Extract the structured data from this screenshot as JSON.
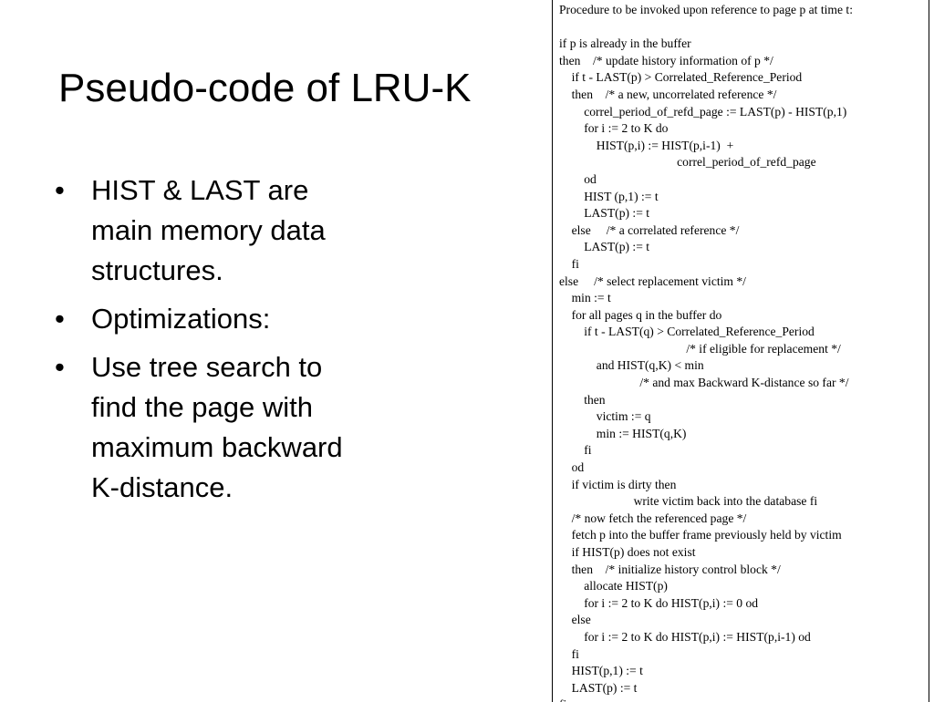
{
  "slide": {
    "title": "Pseudo-code of LRU-K",
    "bullets": [
      {
        "marker": "•",
        "text": "HIST & LAST are\nmain memory data\nstructures."
      },
      {
        "marker": "•",
        "text": "Optimizations:"
      },
      {
        "marker": "•",
        "text": "Use tree search to\nfind the page with\nmaximum backward\nK-distance."
      }
    ]
  },
  "code": {
    "lines": [
      "Procedure to be invoked upon reference to page p at time t:",
      "",
      "if p is already in the buffer",
      "then    /* update history information of p */",
      "    if t - LAST(p) > Correlated_Reference_Period",
      "    then    /* a new, uncorrelated reference */",
      "        correl_period_of_refd_page := LAST(p) - HIST(p,1)",
      "        for i := 2 to K do",
      "            HIST(p,i) := HIST(p,i-1)  +",
      "                                      correl_period_of_refd_page",
      "        od",
      "        HIST (p,1) := t",
      "        LAST(p) := t",
      "    else     /* a correlated reference */",
      "        LAST(p) := t",
      "    fi",
      "else     /* select replacement victim */",
      "    min := t",
      "    for all pages q in the buffer do",
      "        if t - LAST(q) > Correlated_Reference_Period",
      "                                         /* if eligible for replacement */",
      "            and HIST(q,K) < min",
      "                          /* and max Backward K-distance so far */",
      "        then",
      "            victim := q",
      "            min := HIST(q,K)",
      "        fi",
      "    od",
      "    if victim is dirty then",
      "                        write victim back into the database fi",
      "    /* now fetch the referenced page */",
      "    fetch p into the buffer frame previously held by victim",
      "    if HIST(p) does not exist",
      "    then    /* initialize history control block */",
      "        allocate HIST(p)",
      "        for i := 2 to K do HIST(p,i) := 0 od",
      "    else",
      "        for i := 2 to K do HIST(p,i) := HIST(p,i-1) od",
      "    fi",
      "    HIST(p,1) := t",
      "    LAST(p) := t",
      "fi"
    ]
  }
}
